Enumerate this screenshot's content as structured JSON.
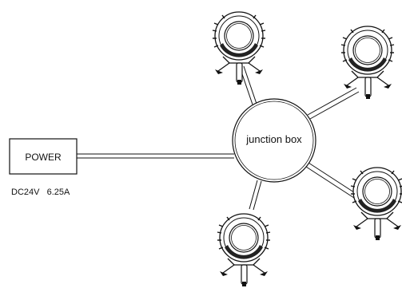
{
  "diagram": {
    "power_label": "POWER",
    "power_spec": "DC24V   6.25A",
    "hub_label": "junction box",
    "fixtures": [
      {
        "id": "top-left"
      },
      {
        "id": "top-right"
      },
      {
        "id": "right"
      },
      {
        "id": "bottom"
      }
    ]
  }
}
